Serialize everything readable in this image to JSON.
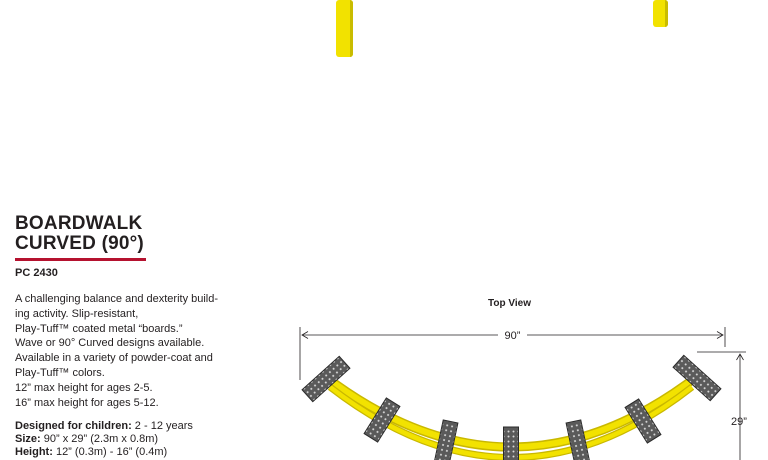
{
  "product": {
    "title_line1": "BOARDWALK",
    "title_line2": "CURVED (90°)",
    "code": "PC 2430",
    "description_lines": [
      "A challenging balance and dexterity build-",
      "ing activity. Slip-resistant,",
      "Play-Tuff™ coated metal “boards.”",
      "Wave or 90° Curved designs available.",
      "Available in a variety of powder-coat and",
      "Play-Tuff™ colors.",
      "12” max height for ages 2-5.",
      "16” max height for ages 5-12."
    ],
    "specs": [
      {
        "label": "Designed for children:",
        "value": " 2 - 12 years"
      },
      {
        "label": "Size:",
        "value": " 90” x 29” (2.3m x 0.8m)"
      },
      {
        "label": "Height:",
        "value": " 12” (0.3m) - 16” (0.4m)"
      }
    ]
  },
  "diagram": {
    "label": "Top View",
    "width_dim": "90”",
    "depth_dim": "29”"
  },
  "colors": {
    "title_rule": "#b5122f",
    "post_yellow": "#f2e200",
    "board_gray": "#5a5a5a"
  }
}
